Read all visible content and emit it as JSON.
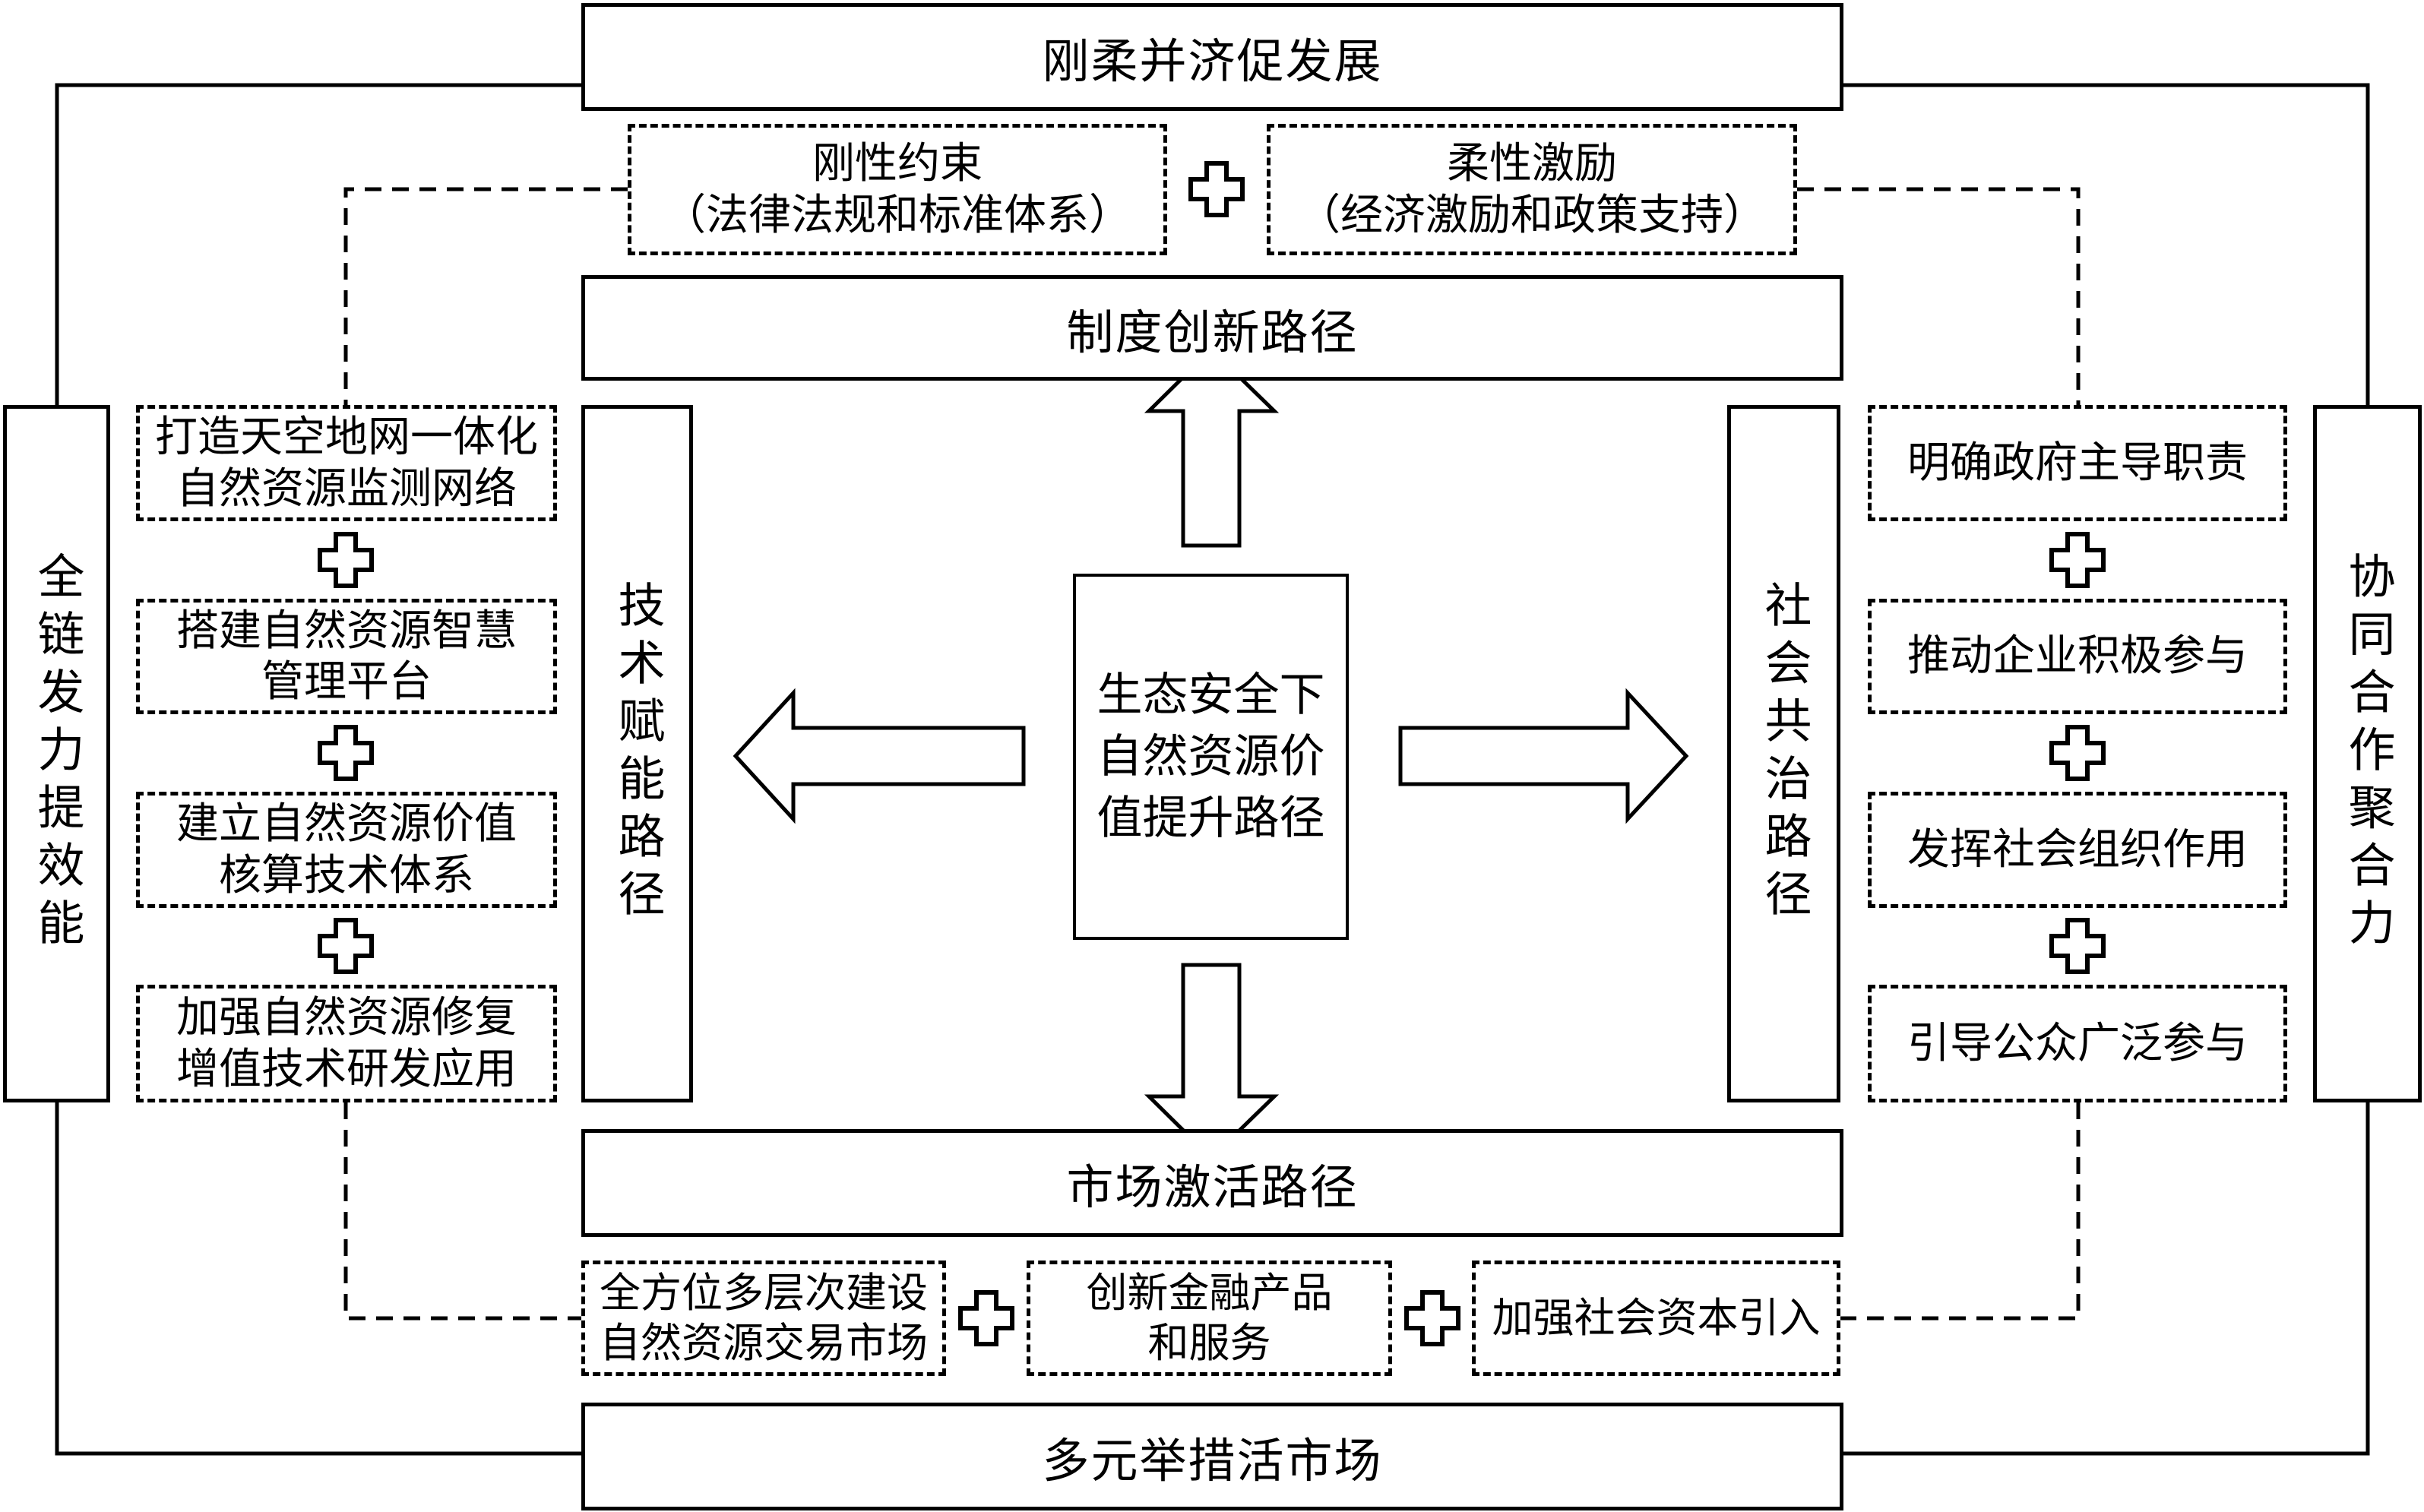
{
  "diagram": {
    "center": {
      "label": "生态安全下\n自然资源价\n值提升路径"
    },
    "top": {
      "goal": "刚柔并济促发展",
      "path": "制度创新路径",
      "items": [
        {
          "title": "刚性约束",
          "detail": "（法律法规和标准体系）"
        },
        {
          "title": "柔性激励",
          "detail": "（经济激励和政策支持）"
        }
      ]
    },
    "left": {
      "goal": "全链发力提效能",
      "path": "技术赋能路径",
      "items": [
        "打造天空地网一体化\n自然资源监测网络",
        "搭建自然资源智慧\n管理平台",
        "建立自然资源价值\n核算技术体系",
        "加强自然资源修复\n增值技术研发应用"
      ]
    },
    "right": {
      "goal": "协同合作聚合力",
      "path": "社会共治路径",
      "items": [
        "明确政府主导职责",
        "推动企业积极参与",
        "发挥社会组织作用",
        "引导公众广泛参与"
      ]
    },
    "bottom": {
      "goal": "多元举措活市场",
      "path": "市场激活路径",
      "items": [
        "全方位多层次建设\n自然资源交易市场",
        "创新金融产品\n和服务",
        "加强社会资本引入"
      ]
    },
    "connector_symbol": "plus-icon"
  }
}
